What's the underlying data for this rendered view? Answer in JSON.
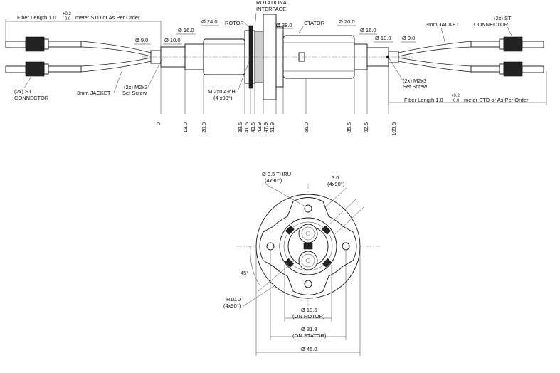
{
  "side_view": {
    "fiber_length_left": "Fiber Length 1.0",
    "fiber_length_right": "Fiber Length 1.0",
    "tol_plus": "+0.2",
    "tol_minus": "0.0",
    "meter_suffix": "meter STD or As Per Order",
    "rotational_interface": [
      "ROTATIONAL",
      "INTERFACE"
    ],
    "rotor": "ROTOR",
    "stator": "STATOR",
    "dia_24": "Ø 24.0",
    "dia_38": "Ø 38.0",
    "dia_20_right": "Ø 20.0",
    "dia_16_left": "Ø 16.0",
    "dia_16_right": "Ø 16.0",
    "dia_10_left": "Ø 10.0",
    "dia_10_right": "Ø 10.0",
    "dia_9_left": "Ø 9.0",
    "dia_9_right": "Ø 9.0",
    "jacket_left": "3mm JACKET",
    "jacket_right": "3mm JACKET",
    "set_screw_left": [
      "(2x) M2x3",
      "Set Screw"
    ],
    "set_screw_right": [
      "(2x) M2x3",
      "Set Screw"
    ],
    "connector_left": [
      "(2x) ST",
      "CONNECTOR"
    ],
    "connector_right": [
      "(2x) ST",
      "CONNECTOR"
    ],
    "thread": [
      "M 2x0.4-6H",
      "(4 x90°)"
    ],
    "positions": [
      "0",
      "13.0",
      "20.0",
      "39.5",
      "41.5",
      "43.5",
      "43.9",
      "47.9",
      "51.9",
      "66.0",
      "85.5",
      "92.5",
      "105.5"
    ]
  },
  "end_view": {
    "thru_hole": [
      "Ø 3.5 THRU",
      "(4x90°)"
    ],
    "slot": [
      "3.0",
      "(4x90°)"
    ],
    "angle": "45°",
    "radius": [
      "R10.0",
      "(4x90°)"
    ],
    "dia_rotor": [
      "Ø 19.6",
      "(ON ROTOR)"
    ],
    "dia_stator": [
      "Ø 31.8",
      "(ON STATOR)"
    ],
    "dia_outer": "Ø 45.0"
  }
}
